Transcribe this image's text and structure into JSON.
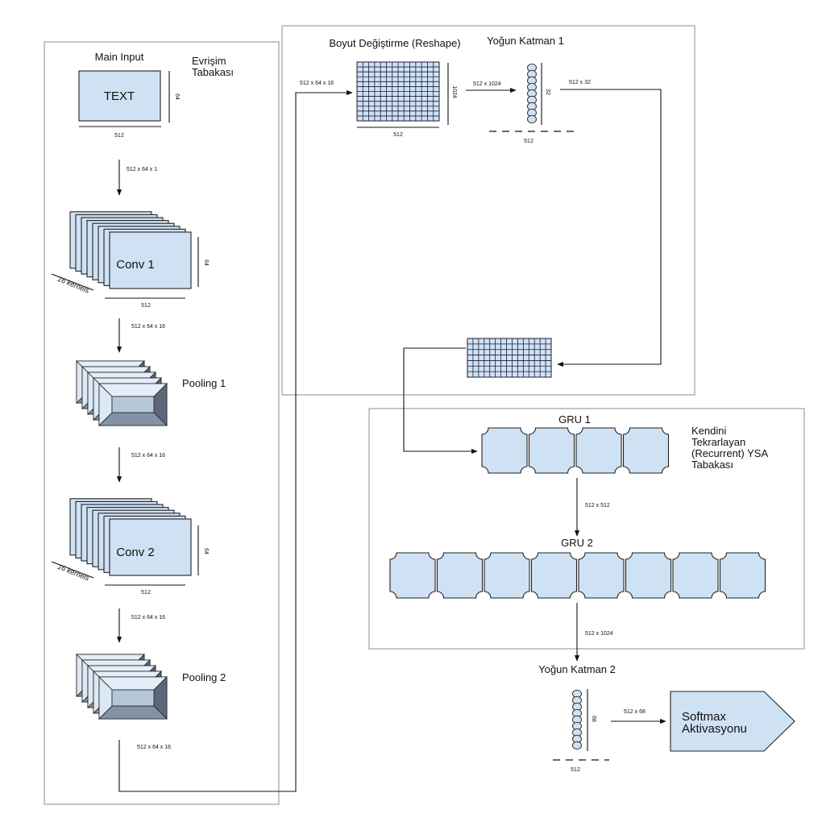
{
  "input": {
    "title": "Main Input",
    "text": "TEXT",
    "width_label": "512",
    "height_label": "64"
  },
  "conv_panel_label": "Evrişim\nTabakası",
  "conv1": {
    "label": "Conv 1",
    "kernels": "16 kernels",
    "width_label": "512",
    "height_label": "64"
  },
  "pool1": {
    "label": "Pooling 1"
  },
  "conv2": {
    "label": "Conv 2",
    "kernels": "16 kernels",
    "width_label": "512",
    "height_label": "64"
  },
  "pool2": {
    "label": "Pooling 2"
  },
  "edges": {
    "input_to_conv1": "512 x 64 x 1",
    "conv1_to_pool1": "512 x 64 x 16",
    "pool1_to_conv2": "512 x 64 x 16",
    "conv2_to_pool2": "512 x 64 x 16",
    "pool2_out": "512 x 64 x 16",
    "into_reshape": "512 x 64 x 16",
    "reshape_to_dense1": "512 x 1024",
    "dense1_out": "512 x 32",
    "gru1_to_gru2": "512 x 512",
    "gru2_to_dense2": "512 x 1024",
    "dense2_to_softmax": "512 x 68"
  },
  "reshape": {
    "title": "Boyut Değiştirme (Reshape)",
    "width_label": "512",
    "height_label": "1024"
  },
  "dense1": {
    "title": "Yoğun Katman 1",
    "units_label": "32",
    "width_label": "512"
  },
  "gru1": {
    "label": "GRU 1",
    "cells": 4
  },
  "gru2": {
    "label": "GRU 2",
    "cells": 8
  },
  "rnn_panel_label": "Kendini\nTekrarlayan\n(Recurrent) YSA\nTabakası",
  "dense2": {
    "title": "Yoğun Katman 2",
    "units_label": "68",
    "width_label": "512"
  },
  "softmax": {
    "label": "Softmax\nAktivasyonu"
  },
  "colors": {
    "fill": "#cfe2f3",
    "line": "#111111",
    "panel": "#a0a0a0",
    "pool_inner": "#b4c8d9",
    "pool_side": "#5b6877"
  }
}
